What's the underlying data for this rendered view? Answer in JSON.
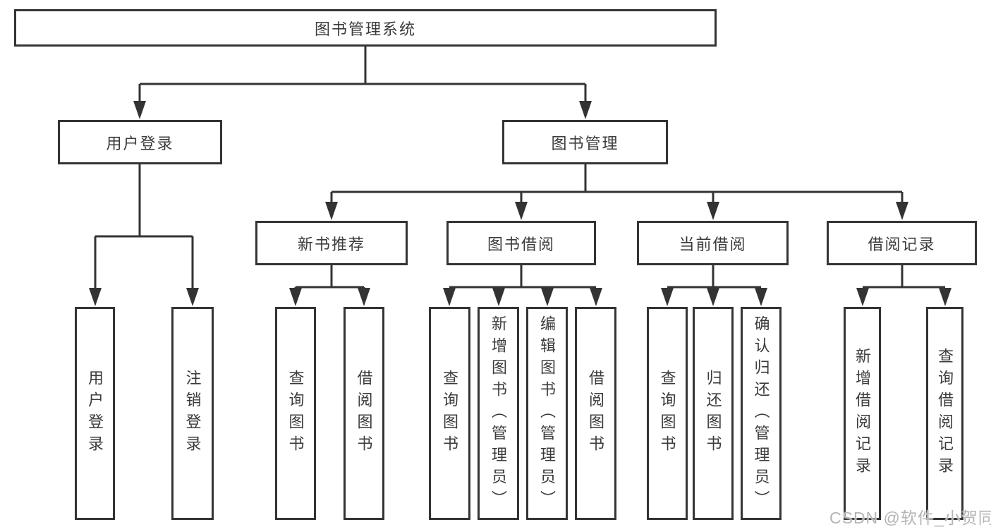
{
  "diagram": {
    "root": {
      "label": "图书管理系统"
    },
    "branches": [
      {
        "label": "用户登录",
        "children": [
          {
            "label": "用户登录"
          },
          {
            "label": "注销登录"
          }
        ]
      },
      {
        "label": "图书管理",
        "children": [
          {
            "label": "新书推荐",
            "children": [
              {
                "label": "查询图书"
              },
              {
                "label": "借阅图书"
              }
            ]
          },
          {
            "label": "图书借阅",
            "children": [
              {
                "label": "查询图书"
              },
              {
                "label": "新增图书（管理员）"
              },
              {
                "label": "编辑图书（管理员）"
              },
              {
                "label": "借阅图书"
              }
            ]
          },
          {
            "label": "当前借阅",
            "children": [
              {
                "label": "查询图书"
              },
              {
                "label": "归还图书"
              },
              {
                "label": "确认归还（管理员）"
              }
            ]
          },
          {
            "label": "借阅记录",
            "children": [
              {
                "label": "新增借阅记录"
              },
              {
                "label": "查询借阅记录"
              }
            ]
          }
        ]
      }
    ]
  },
  "watermark": {
    "text": "CSDN @软件_小贺同学"
  },
  "colors": {
    "line": "#333333",
    "box_border": "#343434",
    "text": "#3b3b3b",
    "background": "#ffffff",
    "watermark": "#b4b4b4"
  }
}
